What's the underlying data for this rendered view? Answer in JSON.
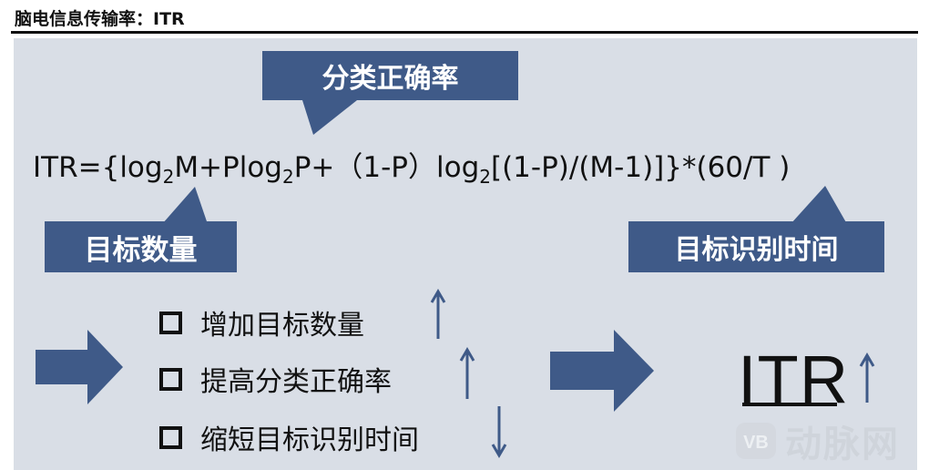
{
  "header": {
    "title": "脑电信息传输率：ITR"
  },
  "formula": {
    "part1": "ITR={log",
    "sub1": "2",
    "part2": "M+Plog",
    "sub2": "2",
    "part3": "P+（1-P）log",
    "sub3": "2",
    "part4": "[(1-P)/(M-1)]}*(60/T )"
  },
  "callouts": {
    "accuracy": "分类正确率",
    "target_count": "目标数量",
    "recognition_time": "目标识别时间"
  },
  "list": [
    {
      "label": "增加目标数量",
      "trend": "↑"
    },
    {
      "label": "提高分类正确率",
      "trend": "↑"
    },
    {
      "label": "缩短目标识别时间",
      "trend": "↓"
    }
  ],
  "result": {
    "label": "ITR",
    "trend": "↑"
  },
  "watermark": {
    "logo_text": "VB",
    "text": "动脉网"
  },
  "colors": {
    "callout_bg": "#3f5a88",
    "panel_bg": "#d9dee6",
    "arrow_blue": "#3f5a88"
  }
}
